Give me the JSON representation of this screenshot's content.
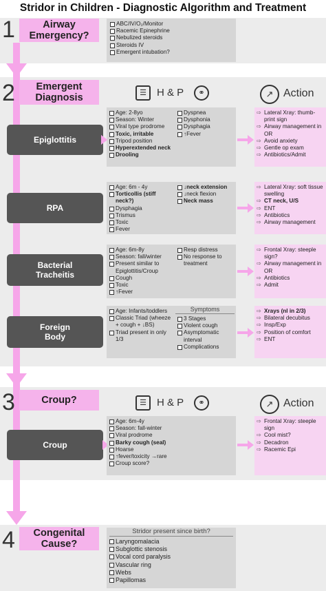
{
  "title": "Stridor in Children - Diagnostic Algorithm and Treatment",
  "steps": [
    {
      "num": "1",
      "line1": "Airway",
      "line2": "Emergency?"
    },
    {
      "num": "2",
      "line1": "Emergent",
      "line2": "Diagnosis"
    },
    {
      "num": "3",
      "line1": "Croup?",
      "line2": ""
    },
    {
      "num": "4",
      "line1": "Congenital",
      "line2": "Cause?"
    }
  ],
  "step1_items": [
    "ABC/IV/O₂/Monitor",
    "Racemic Epinephrine",
    "Nebulized steroids",
    "Steroids IV",
    "Emergent intubation?"
  ],
  "headers": {
    "hp": "H & P",
    "action": "Action",
    "symptoms": "Symptoms",
    "congenital_sub": "Stridor present since birth?"
  },
  "icons": {
    "clipboard": "clipboard-icon",
    "stethoscope": "stethoscope-icon",
    "syringe": "syringe-icon"
  },
  "diagnoses": {
    "epi": {
      "name": "Epiglottitis",
      "col1": [
        "Age: 2-8yo",
        "Season: Winter",
        "Viral type prodrome",
        "Toxic, irritable",
        "Tripod position",
        "Hyperextended neck",
        "Drooling"
      ],
      "col2": [
        "Dyspnea",
        "Dysphonia",
        "Dysphagia",
        "↑Fever"
      ],
      "action": [
        "Lateral Xray: thumb-print sign",
        "Airway management in OR",
        "Avoid anxiety",
        "Gentle op exam",
        "Antibiotics/Admit"
      ]
    },
    "rpa": {
      "name": "RPA",
      "col1": [
        "Age: 6m - 4y",
        "Torticollis (stiff neck?)",
        "Dysphagia",
        "Trismus",
        "Toxic",
        "Fever"
      ],
      "col2": [
        "↓neck extension",
        "↓neck flexion",
        "Neck mass"
      ],
      "action": [
        "Lateral Xray: soft tissue swelling",
        "CT neck, U/S",
        "ENT",
        "Antibiotics",
        "Airway management"
      ]
    },
    "bt": {
      "name1": "Bacterial",
      "name2": "Tracheitis",
      "col1": [
        "Age: 6m-8y",
        "Season: fall/winter",
        "Present similar to Epiglottitis/Croup",
        "Cough",
        "Toxic",
        "↑Fever"
      ],
      "col2": [
        "Resp distress",
        "No response to treatment"
      ],
      "action": [
        "Frontal Xray: steeple sign?",
        "Airway management in OR",
        "Antibiotics",
        "Admit"
      ]
    },
    "fb": {
      "name1": "Foreign",
      "name2": "Body",
      "col1": [
        "Age: Infants/toddlers",
        "Classic Triad (wheeze + cough + ↓BS)",
        "Triad present in only 1/3"
      ],
      "col2": [
        "3 Stages",
        "Violent cough",
        "Asymptomatic interval",
        "Complications"
      ],
      "action": [
        "Xrays (nl in 2/3)",
        "Bilateral decubitus",
        "Insp/Exp",
        "Position of comfort",
        "ENT"
      ]
    },
    "croup": {
      "name": "Croup",
      "col1": [
        "Age: 6m-4y",
        "Season: fall-winter",
        "Viral prodrome",
        "Barky cough (seal)",
        "Hoarse",
        "↑fever/toxicity →rare",
        "Croup score?"
      ],
      "action": [
        "Frontal Xray: steeple sign",
        "Cool mist?",
        "Decadron",
        "Racemic Epi"
      ]
    }
  },
  "congenital_items": [
    "Laryngomalacia",
    "Subglottic stenosis",
    "Vocal cord paralysis",
    "Vascular ring",
    "Webs",
    "Papillomas"
  ],
  "colors": {
    "accent_pink": "#f5b3eb",
    "action_pink": "#f7d4f2",
    "flow_pink": "#f6a6e9",
    "dx_box": "#555555",
    "content_gray": "#d6d6d6",
    "band_gray": "#ececec"
  }
}
